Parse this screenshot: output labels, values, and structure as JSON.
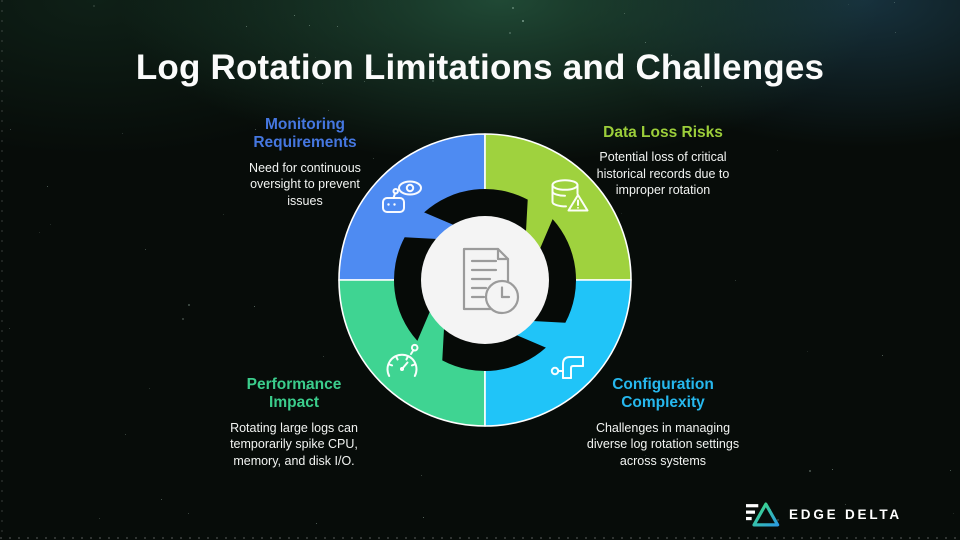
{
  "slide": {
    "title": "Log Rotation Limitations and Challenges"
  },
  "quadrants": [
    {
      "id": "monitoring",
      "label": "Monitoring Requirements",
      "desc": "Need for continuous oversight to prevent issues",
      "fill_color": "#4e8bf2",
      "heading_color": "#4577e0",
      "icon": "robot-eye-monitoring-icon"
    },
    {
      "id": "data-loss",
      "label": "Data Loss Risks",
      "desc": "Potential loss of critical historical records due to improper rotation",
      "fill_color": "#9fd23e",
      "heading_color": "#9cce3a",
      "icon": "database-warning-icon"
    },
    {
      "id": "performance",
      "label": "Performance Impact",
      "desc": "Rotating large logs can temporarily spike CPU, memory, and disk I/O.",
      "fill_color": "#3fd492",
      "heading_color": "#3bcd8c",
      "icon": "gauge-icon"
    },
    {
      "id": "configuration",
      "label": "Configuration Complexity",
      "desc": "Challenges in managing diverse log rotation settings across systems",
      "fill_color": "#20c4f8",
      "heading_color": "#26b8ee",
      "icon": "pipeline-icon"
    }
  ],
  "center": {
    "icon": "log-document-clock-icon",
    "circle_color": "#f4f4f4",
    "icon_color": "#9b9b9b"
  },
  "ring": {
    "divider_color": "#ffffff",
    "cutout_color": "#060a07"
  },
  "footer": {
    "brand": "EDGE DELTA",
    "logo_gradient_start": "#3fe17d",
    "logo_gradient_end": "#2b9be0"
  }
}
